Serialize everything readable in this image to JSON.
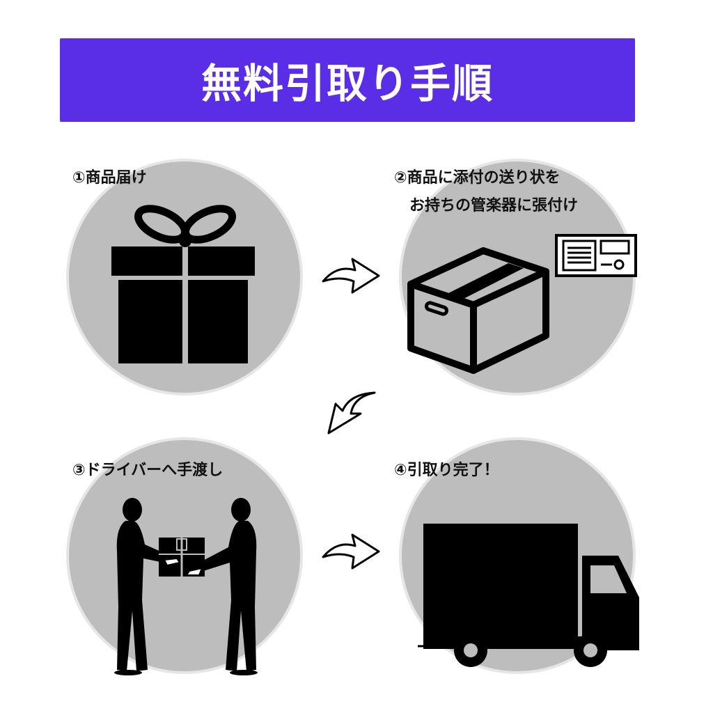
{
  "header": {
    "title": "無料引取り手順"
  },
  "steps": [
    {
      "lines": [
        "①商品届け"
      ]
    },
    {
      "lines": [
        "②商品に添付の送り状を",
        "　お持ちの管楽器に張付け"
      ]
    },
    {
      "lines": [
        "③ドライバーへ手渡し"
      ]
    },
    {
      "lines": [
        "④引取り完了！"
      ]
    }
  ],
  "icons": {
    "step1": "gift-icon",
    "step2": "cardboard-box-icon",
    "step2_extra": "shipping-label-icon",
    "step3": "handover-icon",
    "step4": "truck-icon",
    "arrows": "curved-arrow-icon"
  },
  "colors": {
    "banner": "#5a2ee6",
    "circle": "#bdbdbd",
    "ink": "#111111"
  }
}
